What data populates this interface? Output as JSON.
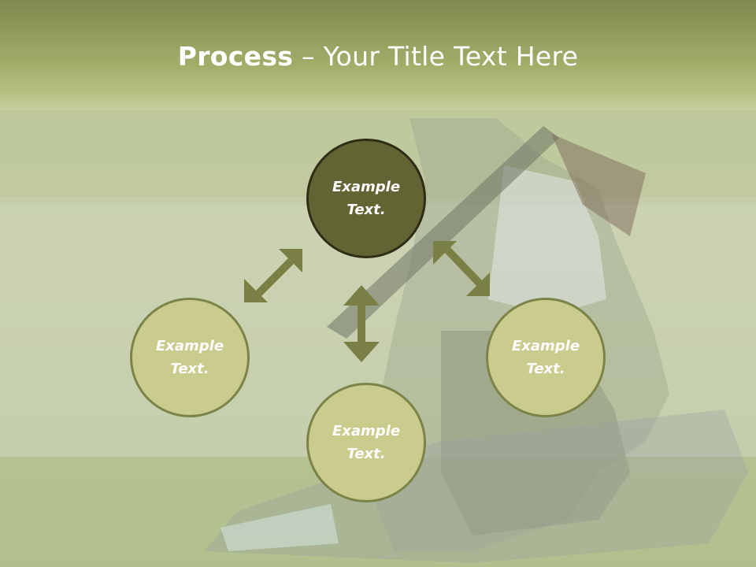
{
  "slide": {
    "title_bold": "Process",
    "title_rest": " – Your Title Text Here"
  },
  "nodes": {
    "top": "Example Text.",
    "left": "Example Text.",
    "right": "Example Text.",
    "bottom": "Example Text."
  },
  "colors": {
    "header": "#8a955a",
    "center_circle": "#636434",
    "outer_circle": "#c9cc8d",
    "arrow": "#7a7f45"
  }
}
